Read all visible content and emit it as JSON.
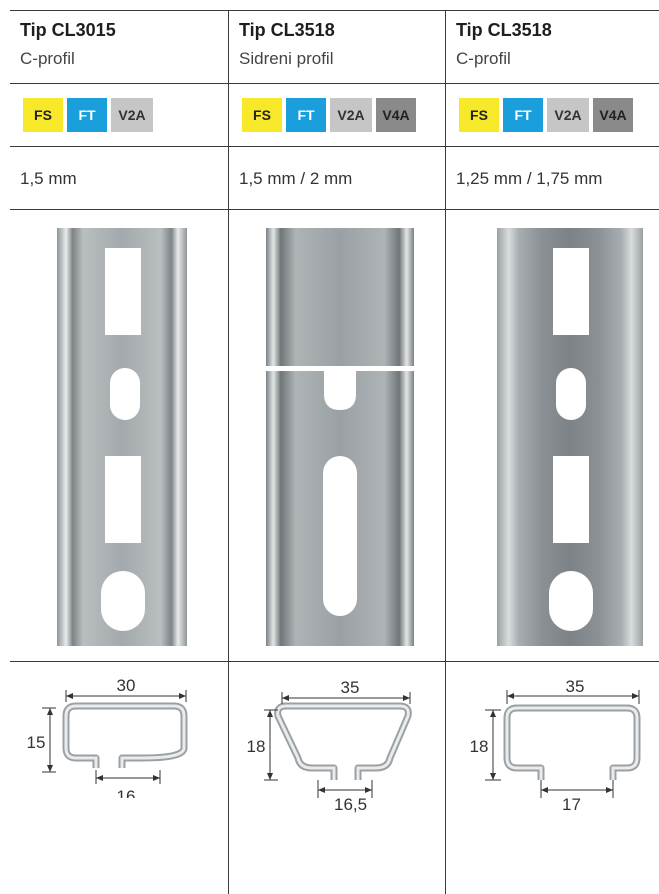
{
  "columns": [
    {
      "title": "Tip CL3015",
      "subtitle": "C-profil",
      "badges": [
        {
          "label": "FS",
          "color": "#f7e82a",
          "text_color": "#222222"
        },
        {
          "label": "FT",
          "color": "#1a9fdc",
          "text_color": "#ffffff"
        },
        {
          "label": "V2A",
          "color": "#c6c6c6",
          "text_color": "#333333"
        }
      ],
      "thickness": "1,5 mm",
      "dims": {
        "width": "30",
        "height": "15",
        "opening": "16"
      }
    },
    {
      "title": "Tip CL3518",
      "subtitle": "Sidreni profil",
      "badges": [
        {
          "label": "FS",
          "color": "#f7e82a",
          "text_color": "#222222"
        },
        {
          "label": "FT",
          "color": "#1a9fdc",
          "text_color": "#ffffff"
        },
        {
          "label": "V2A",
          "color": "#c6c6c6",
          "text_color": "#333333"
        },
        {
          "label": "V4A",
          "color": "#8a8a8a",
          "text_color": "#222222"
        }
      ],
      "thickness": "1,5 mm / 2 mm",
      "dims": {
        "width": "35",
        "height": "18",
        "opening": "16,5"
      }
    },
    {
      "title": "Tip CL3518",
      "subtitle": "C-profil",
      "badges": [
        {
          "label": "FS",
          "color": "#f7e82a",
          "text_color": "#222222"
        },
        {
          "label": "FT",
          "color": "#1a9fdc",
          "text_color": "#ffffff"
        },
        {
          "label": "V2A",
          "color": "#c6c6c6",
          "text_color": "#333333"
        },
        {
          "label": "V4A",
          "color": "#8a8a8a",
          "text_color": "#222222"
        }
      ],
      "thickness": "1,25 mm / 1,75 mm",
      "dims": {
        "width": "35",
        "height": "18",
        "opening": "17"
      }
    }
  ]
}
